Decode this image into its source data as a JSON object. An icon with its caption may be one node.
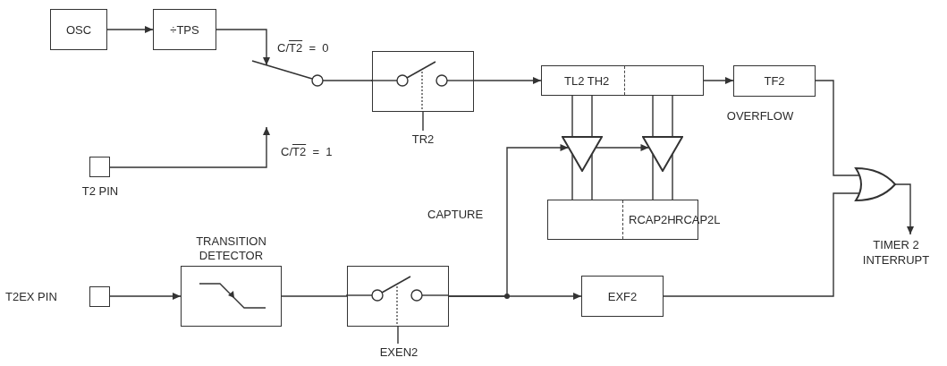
{
  "diagram": {
    "nodes": [
      {
        "text": [
          "OSC"
        ]
      },
      {
        "text": [
          "÷TPS"
        ]
      },
      {
        "text": [],
        "shape": "switch"
      },
      {
        "text": [],
        "shape": "box",
        "beside": [
          "TR2"
        ]
      },
      {
        "text": [
          "TL2 TH2"
        ]
      },
      {
        "text": [
          "TF2"
        ],
        "beside": [
          "OVERFLOW"
        ]
      },
      {
        "text": [
          "T2 PIN"
        ]
      },
      {
        "text": [],
        "shape": "triangle"
      },
      {
        "text": [],
        "shape": "triangle"
      },
      {
        "text": [
          "RCAP2H",
          "RCAP2L"
        ]
      },
      {
        "text": [],
        "shape": "gate"
      },
      {
        "text": [
          "T2EX PIN"
        ]
      },
      {
        "text": [
          "TRANSITION DETECTOR"
        ]
      },
      {
        "text": [],
        "shape": "box",
        "beside": [
          "EXEN2"
        ]
      },
      {
        "text": [
          "EXF2"
        ]
      },
      {
        "text": [
          "TIMER 2 INTERRUPT"
        ]
      }
    ],
    "edges": [
      {
        "from": 0,
        "to": 1,
        "arrow": "to"
      },
      {
        "from": 1,
        "to": 2,
        "arrow": "to"
      },
      {
        "from": 6,
        "to": null,
        "arrow": "to"
      },
      {
        "from": 2,
        "to": 3,
        "arrow": "none"
      },
      {
        "from": 3,
        "to": 4,
        "arrow": "to"
      },
      {
        "from": 4,
        "to": 5,
        "arrow": "to"
      },
      {
        "from": 5,
        "to": 10,
        "arrow": "none"
      },
      {
        "from": 10,
        "to": 15,
        "arrow": "to"
      },
      {
        "from": 4,
        "to": 7,
        "arrow": "none"
      },
      {
        "from": 7,
        "to": 9,
        "arrow": "none"
      },
      {
        "from": 4,
        "to": 8,
        "arrow": "none"
      },
      {
        "from": 8,
        "to": 9,
        "arrow": "none"
      },
      {
        "from": 11,
        "to": 12,
        "arrow": "to"
      },
      {
        "from": 12,
        "to": 13,
        "arrow": "none"
      },
      {
        "from": 13,
        "to": 14,
        "arrow": "to"
      },
      {
        "from": 13,
        "to": 7,
        "arrow": "to"
      },
      {
        "from": 7,
        "to": 8,
        "arrow": "to"
      },
      {
        "from": 14,
        "to": 10,
        "arrow": "none"
      }
    ],
    "labels": [
      "C/T2 = 0",
      "C/T2 = 1",
      "CAPTURE"
    ]
  }
}
